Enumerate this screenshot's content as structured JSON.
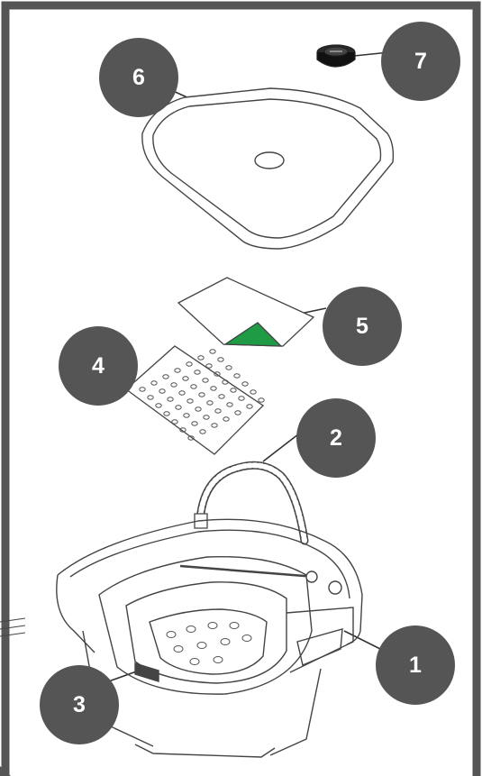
{
  "callouts": {
    "c1": "1",
    "c2": "2",
    "c3": "3",
    "c4": "4",
    "c5": "5",
    "c6": "6",
    "c7": "7"
  },
  "colors": {
    "frame": "#555555",
    "callout_fill": "#555555",
    "callout_text": "#ffffff",
    "line_art": "#444444",
    "accent_green": "#1f9a45",
    "background": "#ffffff"
  }
}
